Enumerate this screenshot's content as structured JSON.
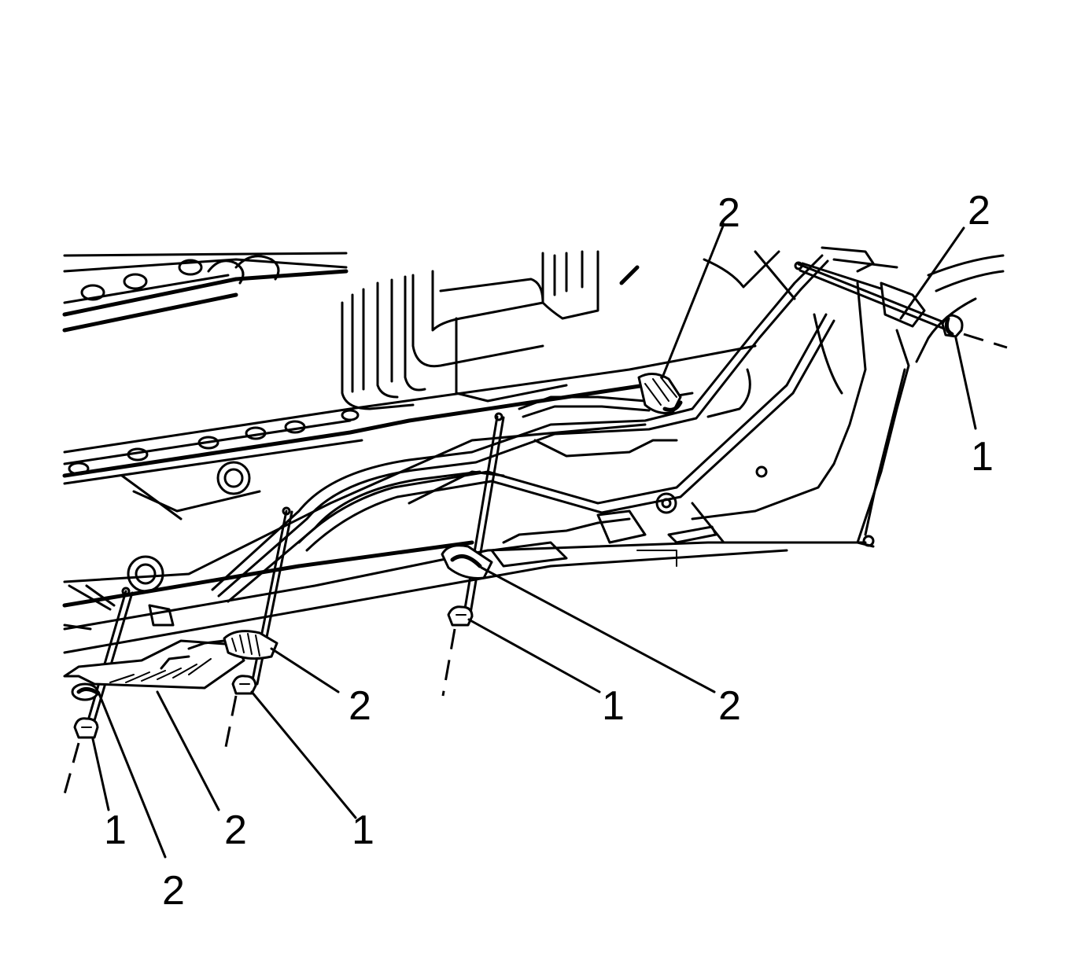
{
  "figure": {
    "callouts": [
      {
        "id": "c-top-left-2",
        "text": "2"
      },
      {
        "id": "c-top-right-2",
        "text": "2"
      },
      {
        "id": "c-right-1",
        "text": "1"
      },
      {
        "id": "c-mid-2",
        "text": "2"
      },
      {
        "id": "c-mid-1",
        "text": "1"
      },
      {
        "id": "c-left-clip-2",
        "text": "2"
      },
      {
        "id": "c-left-1a",
        "text": "1"
      },
      {
        "id": "c-left-2a",
        "text": "2"
      },
      {
        "id": "c-left-1b",
        "text": "1"
      },
      {
        "id": "c-left-2b",
        "text": "2"
      }
    ]
  }
}
